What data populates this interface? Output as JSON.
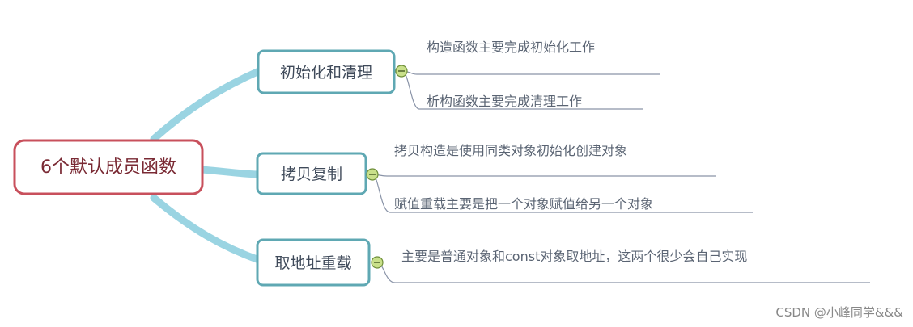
{
  "root": {
    "label": "6个默认成员函数",
    "border_color": "#c8505c"
  },
  "branches": [
    {
      "label": "初始化和清理",
      "children": [
        "构造函数主要完成初始化工作",
        "析构函数主要完成清理工作"
      ]
    },
    {
      "label": "拷贝复制",
      "children": [
        "拷贝构造是使用同类对象初始化创建对象",
        "赋值重载主要是把一个对象赋值给另一个对象"
      ]
    },
    {
      "label": "取地址重载",
      "children": [
        "主要是普通对象和const对象取地址，这两个很少会自己实现"
      ]
    }
  ],
  "watermark": "CSDN @小峰同学&&&",
  "colors": {
    "connector": "#9ad4e2",
    "branch_border": "#5fa8b3",
    "underline": "#8a94a8",
    "collapse_fill": "#c9e08a",
    "collapse_border": "#6f8f3a"
  }
}
